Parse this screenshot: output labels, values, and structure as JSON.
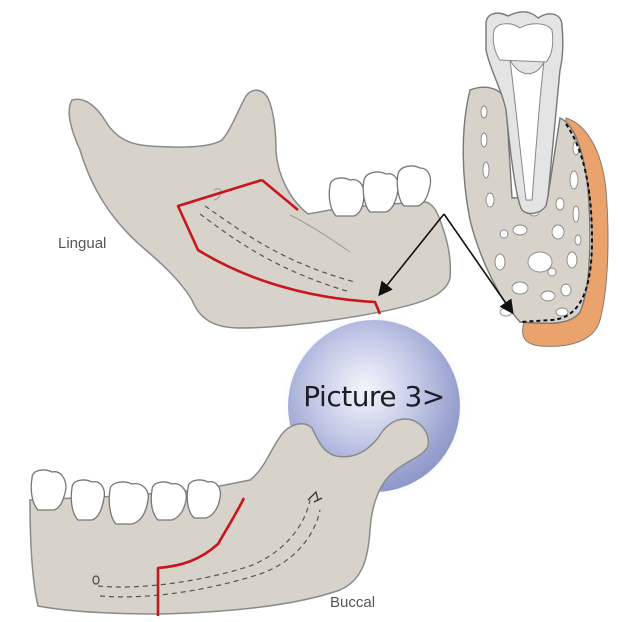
{
  "labels": {
    "lingual": "Lingual",
    "buccal": "Buccal"
  },
  "navigation": {
    "next_label": "Picture 3>"
  },
  "colors": {
    "bone": "#d7d3cb",
    "bone_outline": "#8a8a8a",
    "tooth": "#ffffff",
    "cut_line": "#c8161c",
    "graft_area": "#eba36e",
    "sphere_highlight": "#eef1fb",
    "sphere_shadow": "#8a93c6"
  },
  "icons": {
    "lingual_view": "mandible-lingual-icon",
    "buccal_view": "mandible-buccal-icon",
    "cross_section": "tooth-cross-section-icon",
    "nav_sphere": "sphere-button-icon"
  }
}
